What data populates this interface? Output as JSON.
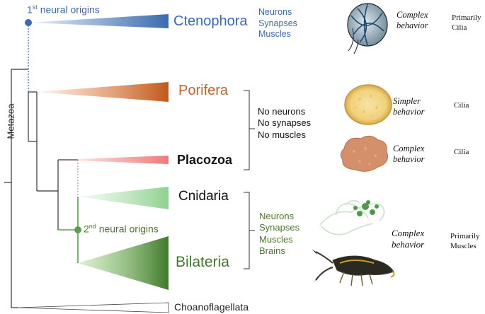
{
  "root_label": "Metazoa",
  "origins": {
    "first": {
      "sup": "st",
      "num": "1",
      "text": " neural origins"
    },
    "second": {
      "sup": "nd",
      "num": "2",
      "text": " neural origins"
    }
  },
  "taxa": {
    "ctenophora": "Ctenophora",
    "porifera": "Porifera",
    "placozoa": "Placozoa",
    "cnidaria": "Cnidaria",
    "bilateria": "Bilateria",
    "choanoflagellata": "Choanoflagellata"
  },
  "traits": {
    "ctenophora": [
      "Neurons",
      "Synapses",
      "Muscles"
    ],
    "sponges_placozoa": [
      "No neurons",
      "No synapses",
      "No muscles"
    ],
    "cnidaria_bilateria": [
      "Neurons",
      "Synapses",
      "Muscles",
      "Brains"
    ]
  },
  "behavior": {
    "ctenophora": [
      "Complex",
      "behavior"
    ],
    "porifera": [
      "Simpler",
      "behavior"
    ],
    "placozoa": [
      "Complex",
      "behavior"
    ],
    "cnidaria_bilateria": [
      "Complex",
      "behavior"
    ]
  },
  "locomotion": {
    "ctenophora": [
      "Primarily",
      "Cilia"
    ],
    "porifera": [
      "Cilia"
    ],
    "placozoa": [
      "Cilia"
    ],
    "cnidaria_bilateria": [
      "Primarily",
      "Muscles"
    ]
  },
  "colors": {
    "ctenophora": "#3a6bb0",
    "porifera": "#c0622a",
    "placozoa_wedge": "#f07a7a",
    "cnidaria": "#8fd18f",
    "bilateria": "#3f7a2a",
    "green_text": "#4a7a2c",
    "tree": "#333333"
  }
}
